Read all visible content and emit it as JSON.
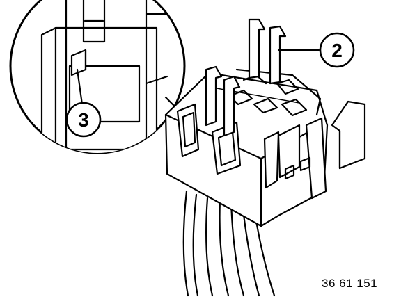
{
  "callouts": [
    {
      "id": "2",
      "label": "2"
    },
    {
      "id": "3",
      "label": "3"
    }
  ],
  "part_number": "36 61 151"
}
